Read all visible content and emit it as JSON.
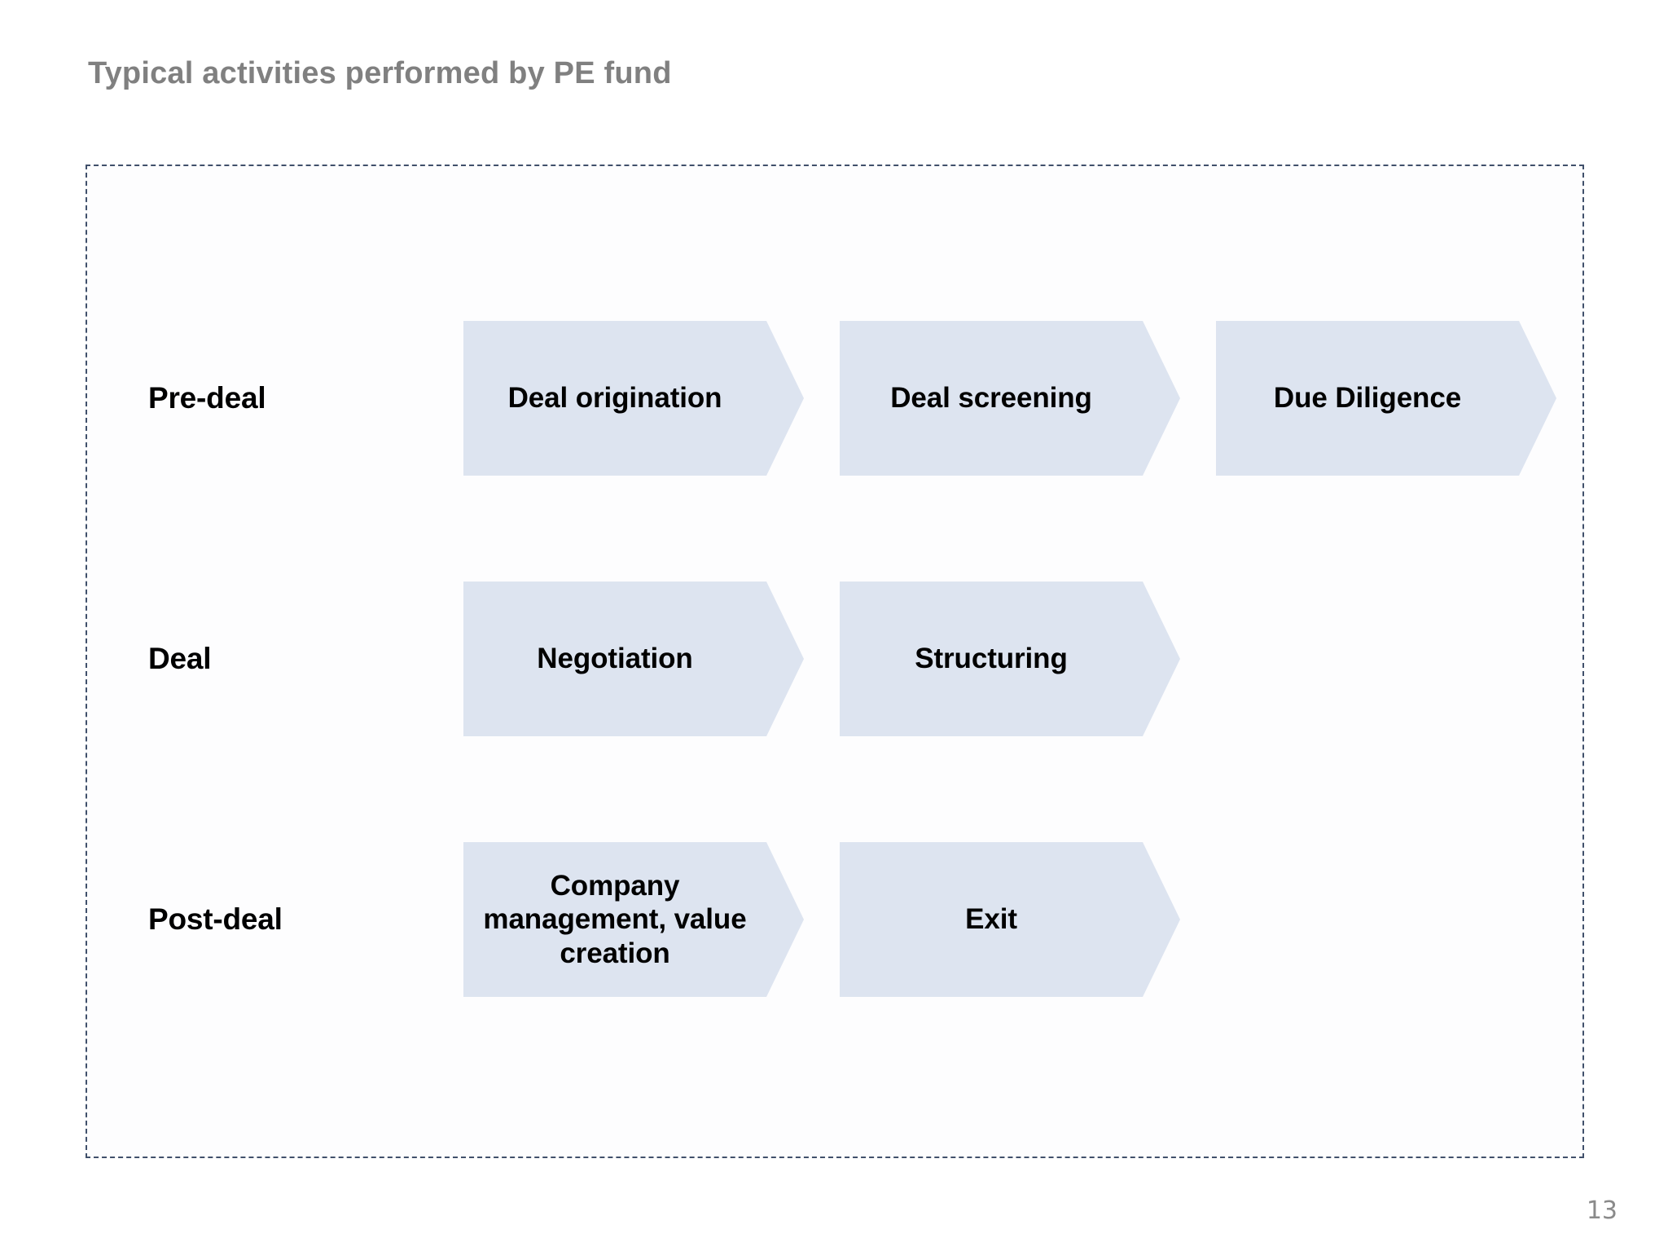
{
  "slide": {
    "title": "Typical activities performed by PE fund",
    "page_number": "13",
    "colors": {
      "title_gray": "#808080",
      "arrow_fill": "#dde4f0",
      "frame_dash": "#40506b",
      "label_black": "#000000",
      "page_number_gray": "#8a8a8a",
      "background": "#ffffff"
    }
  },
  "diagram": {
    "type": "process-stages",
    "rows": [
      {
        "label": "Pre-deal",
        "arrows": [
          {
            "label": "Deal origination"
          },
          {
            "label": "Deal screening"
          },
          {
            "label": "Due Diligence"
          }
        ]
      },
      {
        "label": "Deal",
        "arrows": [
          {
            "label": "Negotiation"
          },
          {
            "label": "Structuring"
          }
        ]
      },
      {
        "label": "Post-deal",
        "arrows": [
          {
            "label": "Company management, value creation"
          },
          {
            "label": "Exit"
          }
        ]
      }
    ]
  }
}
